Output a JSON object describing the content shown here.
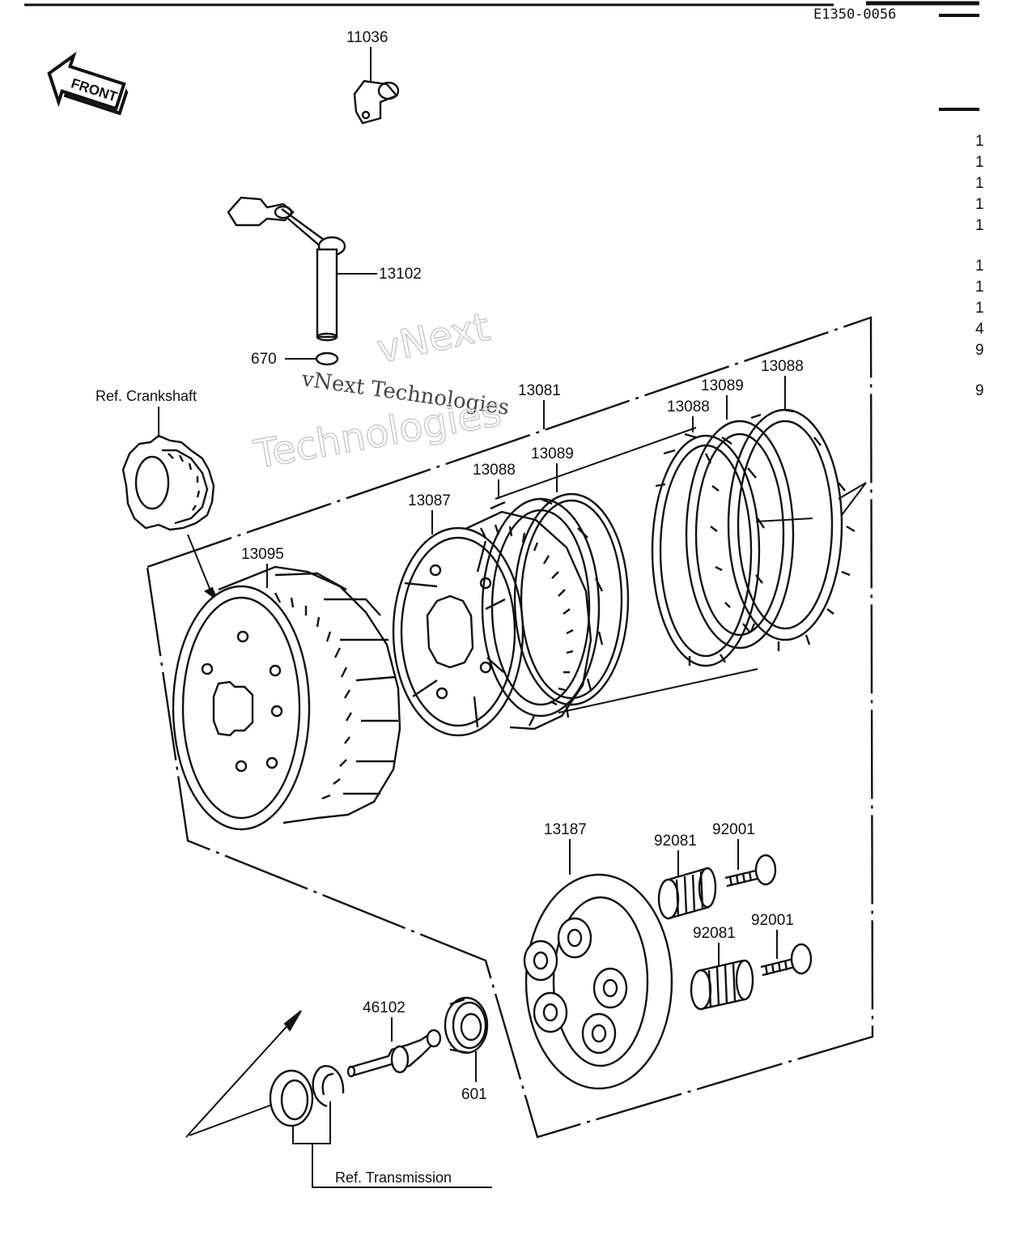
{
  "diagram_code": "E1350-0056",
  "front_badge": "FRONT",
  "refs": {
    "crankshaft": "Ref. Crankshaft",
    "transmission": "Ref. Transmission"
  },
  "parts": {
    "p11036": "11036",
    "p13102": "13102",
    "p670": "670",
    "p13081": "13081",
    "p13088_top": "13088",
    "p13089_top": "13089",
    "p13088_mid": "13088",
    "p13089_mid": "13089",
    "p13088_low": "13088",
    "p13087": "13087",
    "p13095": "13095",
    "p13187": "13187",
    "p92081_a": "92081",
    "p92001_a": "92001",
    "p92081_b": "92081",
    "p92001_b": "92001",
    "p46102": "46102",
    "p601": "601"
  },
  "watermark": {
    "line1": "vNext",
    "line2": "vNext Technologies",
    "line3": "Technologies"
  },
  "right_column_digits": [
    "1",
    "1",
    "1",
    "1",
    "1",
    "1",
    "1",
    "1",
    "4",
    "9",
    "9"
  ]
}
